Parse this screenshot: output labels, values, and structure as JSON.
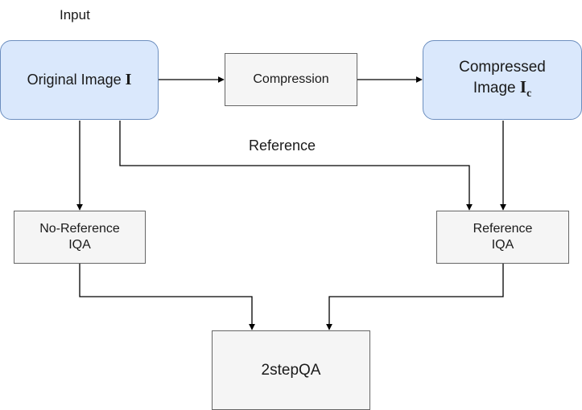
{
  "nodes": {
    "input_label": "Input",
    "original": {
      "text": "Original Image ",
      "symbol": "I"
    },
    "compression": "Compression",
    "compressed": {
      "line1": "Compressed",
      "line2": "Image ",
      "symbol": "I",
      "subscript": "c"
    },
    "reference_label": "Reference",
    "nr_iqa": {
      "line1": "No-Reference",
      "line2": "IQA"
    },
    "ref_iqa": {
      "line1": "Reference",
      "line2": "IQA"
    },
    "twostep": "2stepQA"
  },
  "colors": {
    "blue_fill": "#dae8fc",
    "blue_stroke": "#6c8ebf",
    "gray_fill": "#f5f5f5",
    "gray_stroke": "#666666",
    "edge": "#000000"
  }
}
